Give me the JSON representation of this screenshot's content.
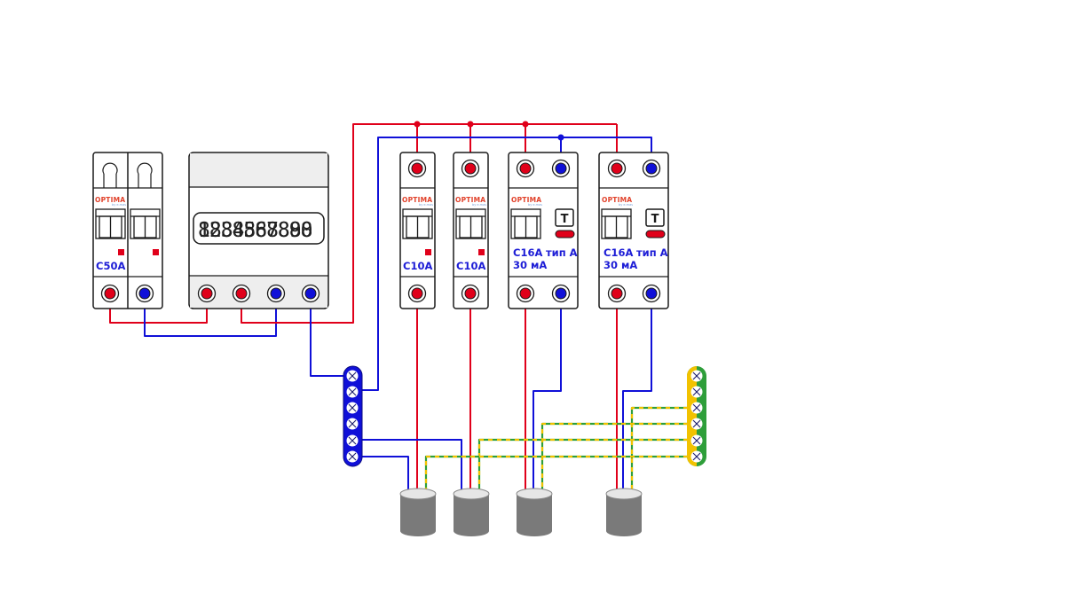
{
  "colors": {
    "phase": "#e0001a",
    "neutral": "#1010d8",
    "ground_a": "#2e9e3a",
    "ground_b": "#f2c200",
    "device_stroke": "#1a1a1a",
    "brand": "#e1422b",
    "label": "#1d1dd6",
    "rcd_indicator": "#e0001a",
    "load": "#7a7a7a"
  },
  "main_breaker": {
    "brand": "OPTIMA",
    "rating": "C50A"
  },
  "meter": {
    "display": "1234567890"
  },
  "breakers": [
    {
      "brand": "OPTIMA",
      "rating": "C10A"
    },
    {
      "brand": "OPTIMA",
      "rating": "C10A"
    }
  ],
  "rcbos": [
    {
      "brand": "OPTIMA",
      "rating": "C16A",
      "type": "тип А",
      "sensitivity": "30 мА",
      "test": "T"
    },
    {
      "brand": "OPTIMA",
      "rating": "C16A",
      "type": "тип А",
      "sensitivity": "30 мА",
      "test": "T"
    }
  ],
  "neutral_bus": {
    "icon": "terminal-screw-icon",
    "terminals": 6
  },
  "ground_bus": {
    "icon": "terminal-screw-icon",
    "terminals": 6
  },
  "loads": {
    "icon": "cylinder-load-icon",
    "count": 4
  }
}
